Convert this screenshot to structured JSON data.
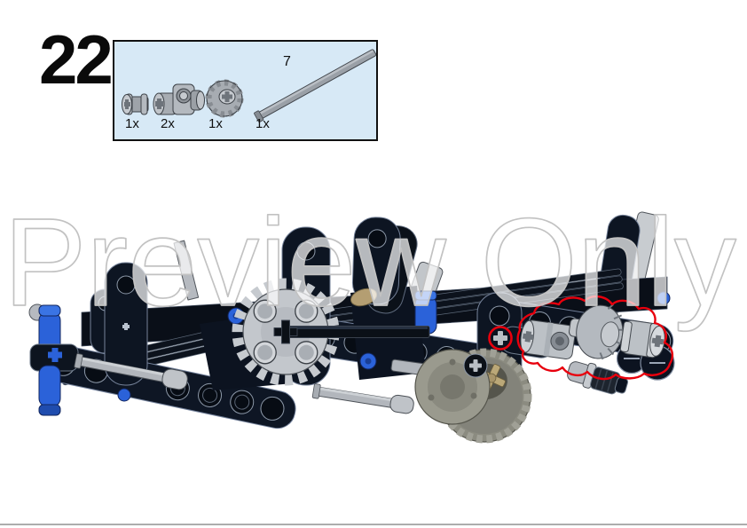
{
  "step": {
    "number": "22"
  },
  "parts_box": {
    "background_color": "#d7e9f6",
    "border_color": "#111111",
    "parts": [
      {
        "name": "technic-bush",
        "quantity": "1x"
      },
      {
        "name": "axle-pin-connector",
        "quantity": "2x"
      },
      {
        "name": "bevel-gear-12-tooth",
        "quantity": "1x"
      },
      {
        "name": "technic-axle-7",
        "quantity": "1x",
        "length_label": "7"
      }
    ]
  },
  "watermark": {
    "text": "Preview Only",
    "outline_color": "#c2c2c2"
  },
  "assembly": {
    "new_parts_highlight_color": "#e8000d",
    "part_colors": {
      "black": "#0c1320",
      "light_gray": "#b9bec4",
      "blue": "#2b62d9",
      "olive_gray": "#8b8b80",
      "dark_tan": "#baa87c"
    }
  },
  "footer": {
    "divider_color": "#adadad"
  }
}
